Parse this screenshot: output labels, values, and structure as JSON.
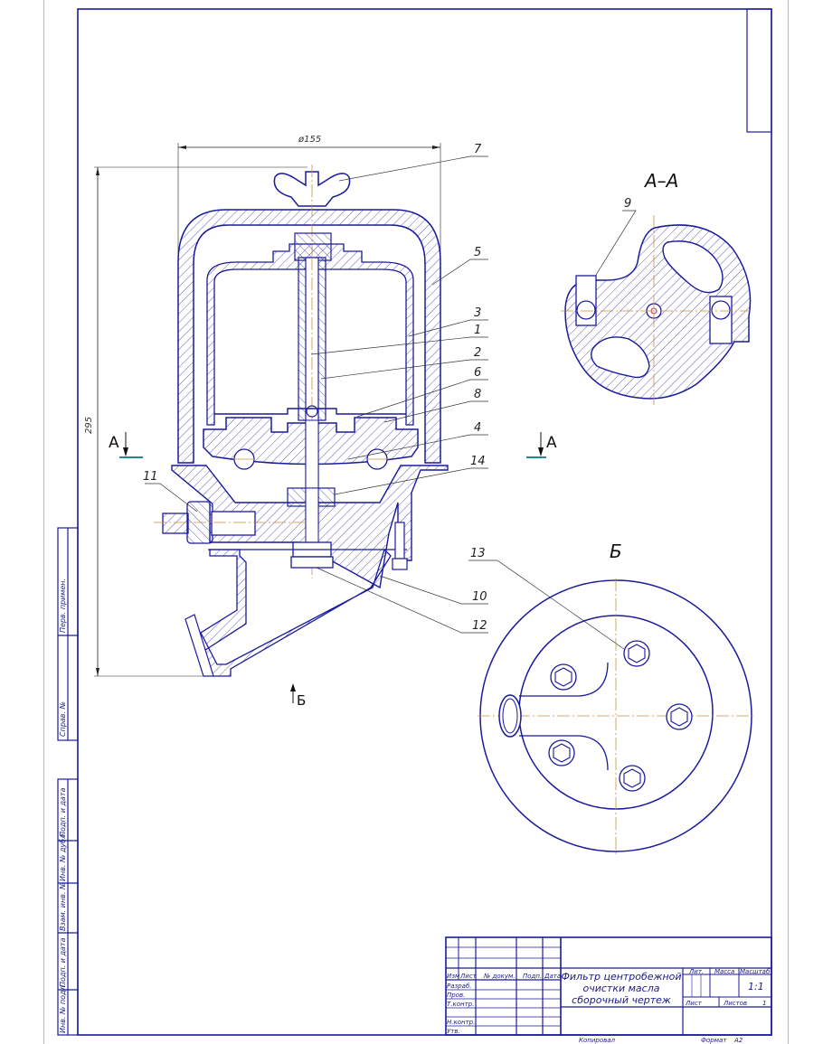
{
  "drawing": {
    "title_lines": [
      "Фильтр центробежной",
      "очистки масла",
      "сборочный чертеж"
    ],
    "dimensions": {
      "diameter": "ø155",
      "height": "295"
    },
    "part_labels": [
      "7",
      "5",
      "3",
      "1",
      "2",
      "6",
      "8",
      "4",
      "14",
      "11",
      "10",
      "12",
      "13",
      "9"
    ],
    "section_marks": {
      "section_left": "А",
      "section_right": "А",
      "view_arrow": "Б"
    },
    "views": {
      "section_aa_title": "А–А",
      "view_b_title": "Б"
    }
  },
  "side_stamp": {
    "cells": [
      "Перв. примен.",
      "Справ. №",
      "Подп. и дата",
      "Инв. № дубл.",
      "Взам. инв. №",
      "Подп. и дата",
      "Инв. № подл."
    ]
  },
  "title_block": {
    "columns": [
      "Изм",
      "Лист",
      "№ докум.",
      "Подп.",
      "Дата"
    ],
    "rows": [
      "Разраб.",
      "Пров.",
      "Т.контр.",
      "",
      "Н.контр.",
      "Утв."
    ],
    "lit_label": "Лит.",
    "mass_label": "Масса",
    "scale_label": "Масштаб",
    "scale_value": "1:1",
    "sheet_label": "Лист",
    "sheets_label": "Листов",
    "sheets_value": "1",
    "copied_label": "Копировал",
    "format_label": "Формат",
    "format_value": "А2"
  },
  "colors": {
    "line": "#1a1a9c",
    "axis": "#d08a3a",
    "section_mark": "#1a8c8c",
    "dim": "#222222"
  }
}
